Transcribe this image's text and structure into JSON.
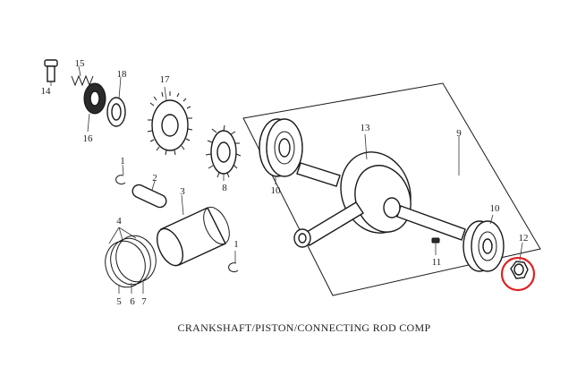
{
  "caption": "CRANKSHAFT/PISTON/CONNECTING ROD COMP",
  "highlight_color": "#e02020",
  "callouts": {
    "c1a": "1",
    "c1b": "1",
    "c2": "2",
    "c3": "3",
    "c4": "4",
    "c5": "5",
    "c6": "6",
    "c7": "7",
    "c8": "8",
    "c9": "9",
    "c10a": "10",
    "c10b": "10",
    "c11": "11",
    "c12": "12",
    "c13": "13",
    "c14": "14",
    "c15": "15",
    "c16": "16",
    "c17": "17",
    "c18": "18"
  },
  "highlighted_part": "12"
}
